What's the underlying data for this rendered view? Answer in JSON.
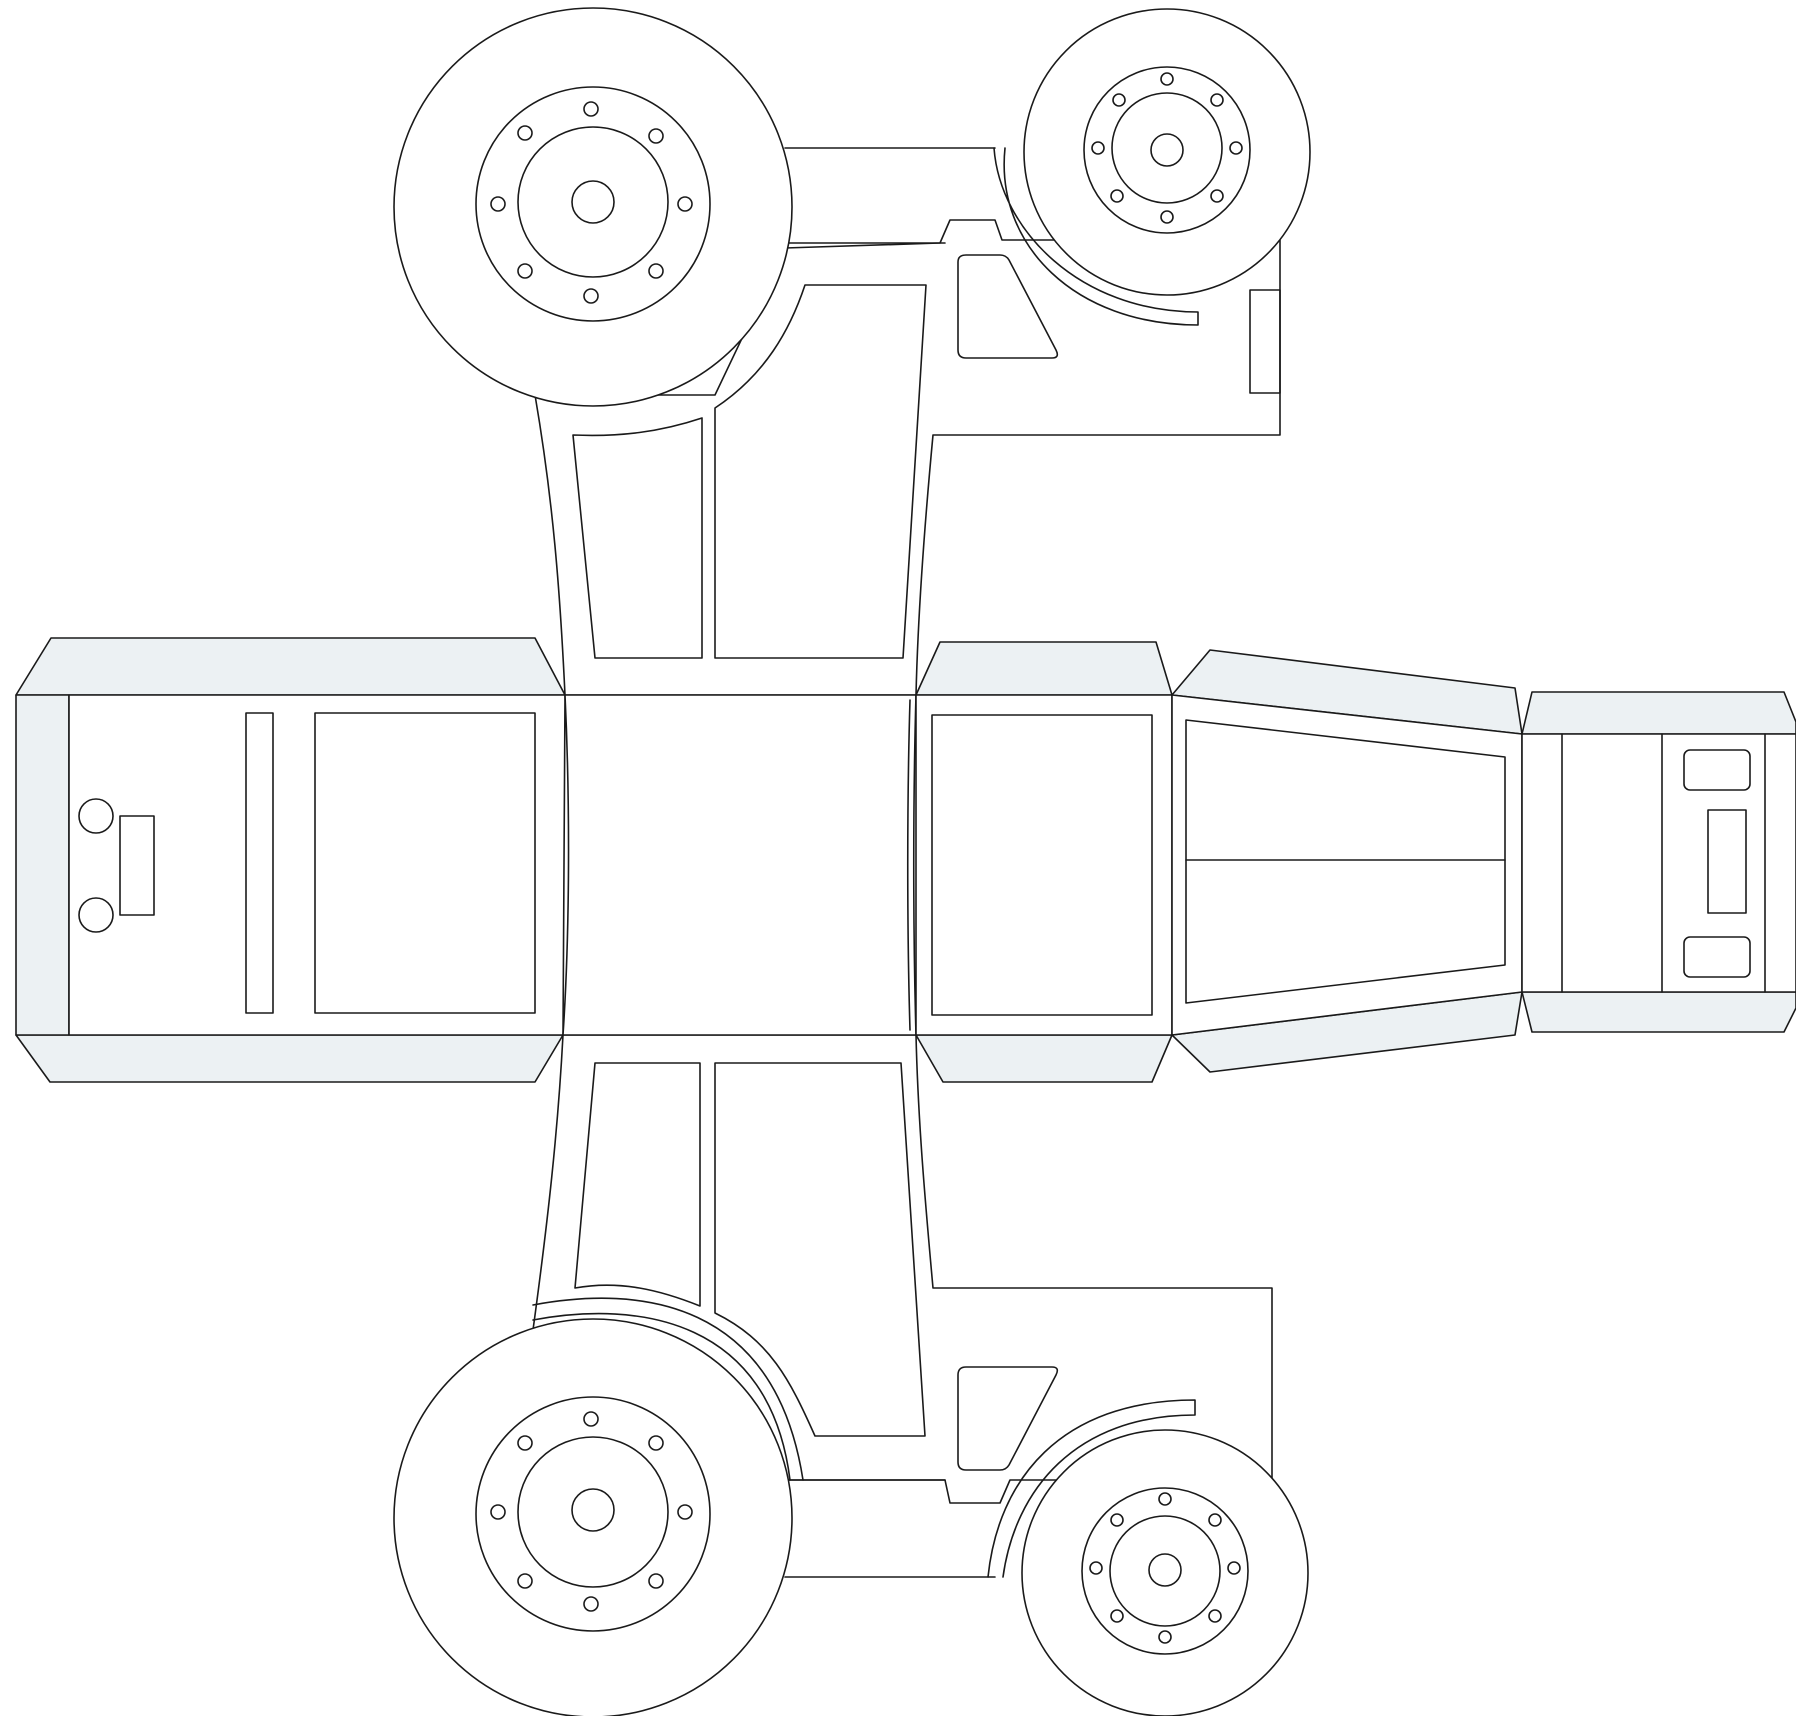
{
  "template": {
    "colors": {
      "flap": "#ecf1f3",
      "line": "#1a1a1a",
      "paper": "#ffffff"
    },
    "sections": [
      "top-side-panel",
      "roof-panel",
      "windshield-panel",
      "front-flaps",
      "hood-panel",
      "grille-panel",
      "bottom-side-panel"
    ],
    "icons": [
      "rear-wheel-icon",
      "front-wheel-icon",
      "headlight-icon",
      "grille-icon",
      "door-window-icon"
    ]
  }
}
